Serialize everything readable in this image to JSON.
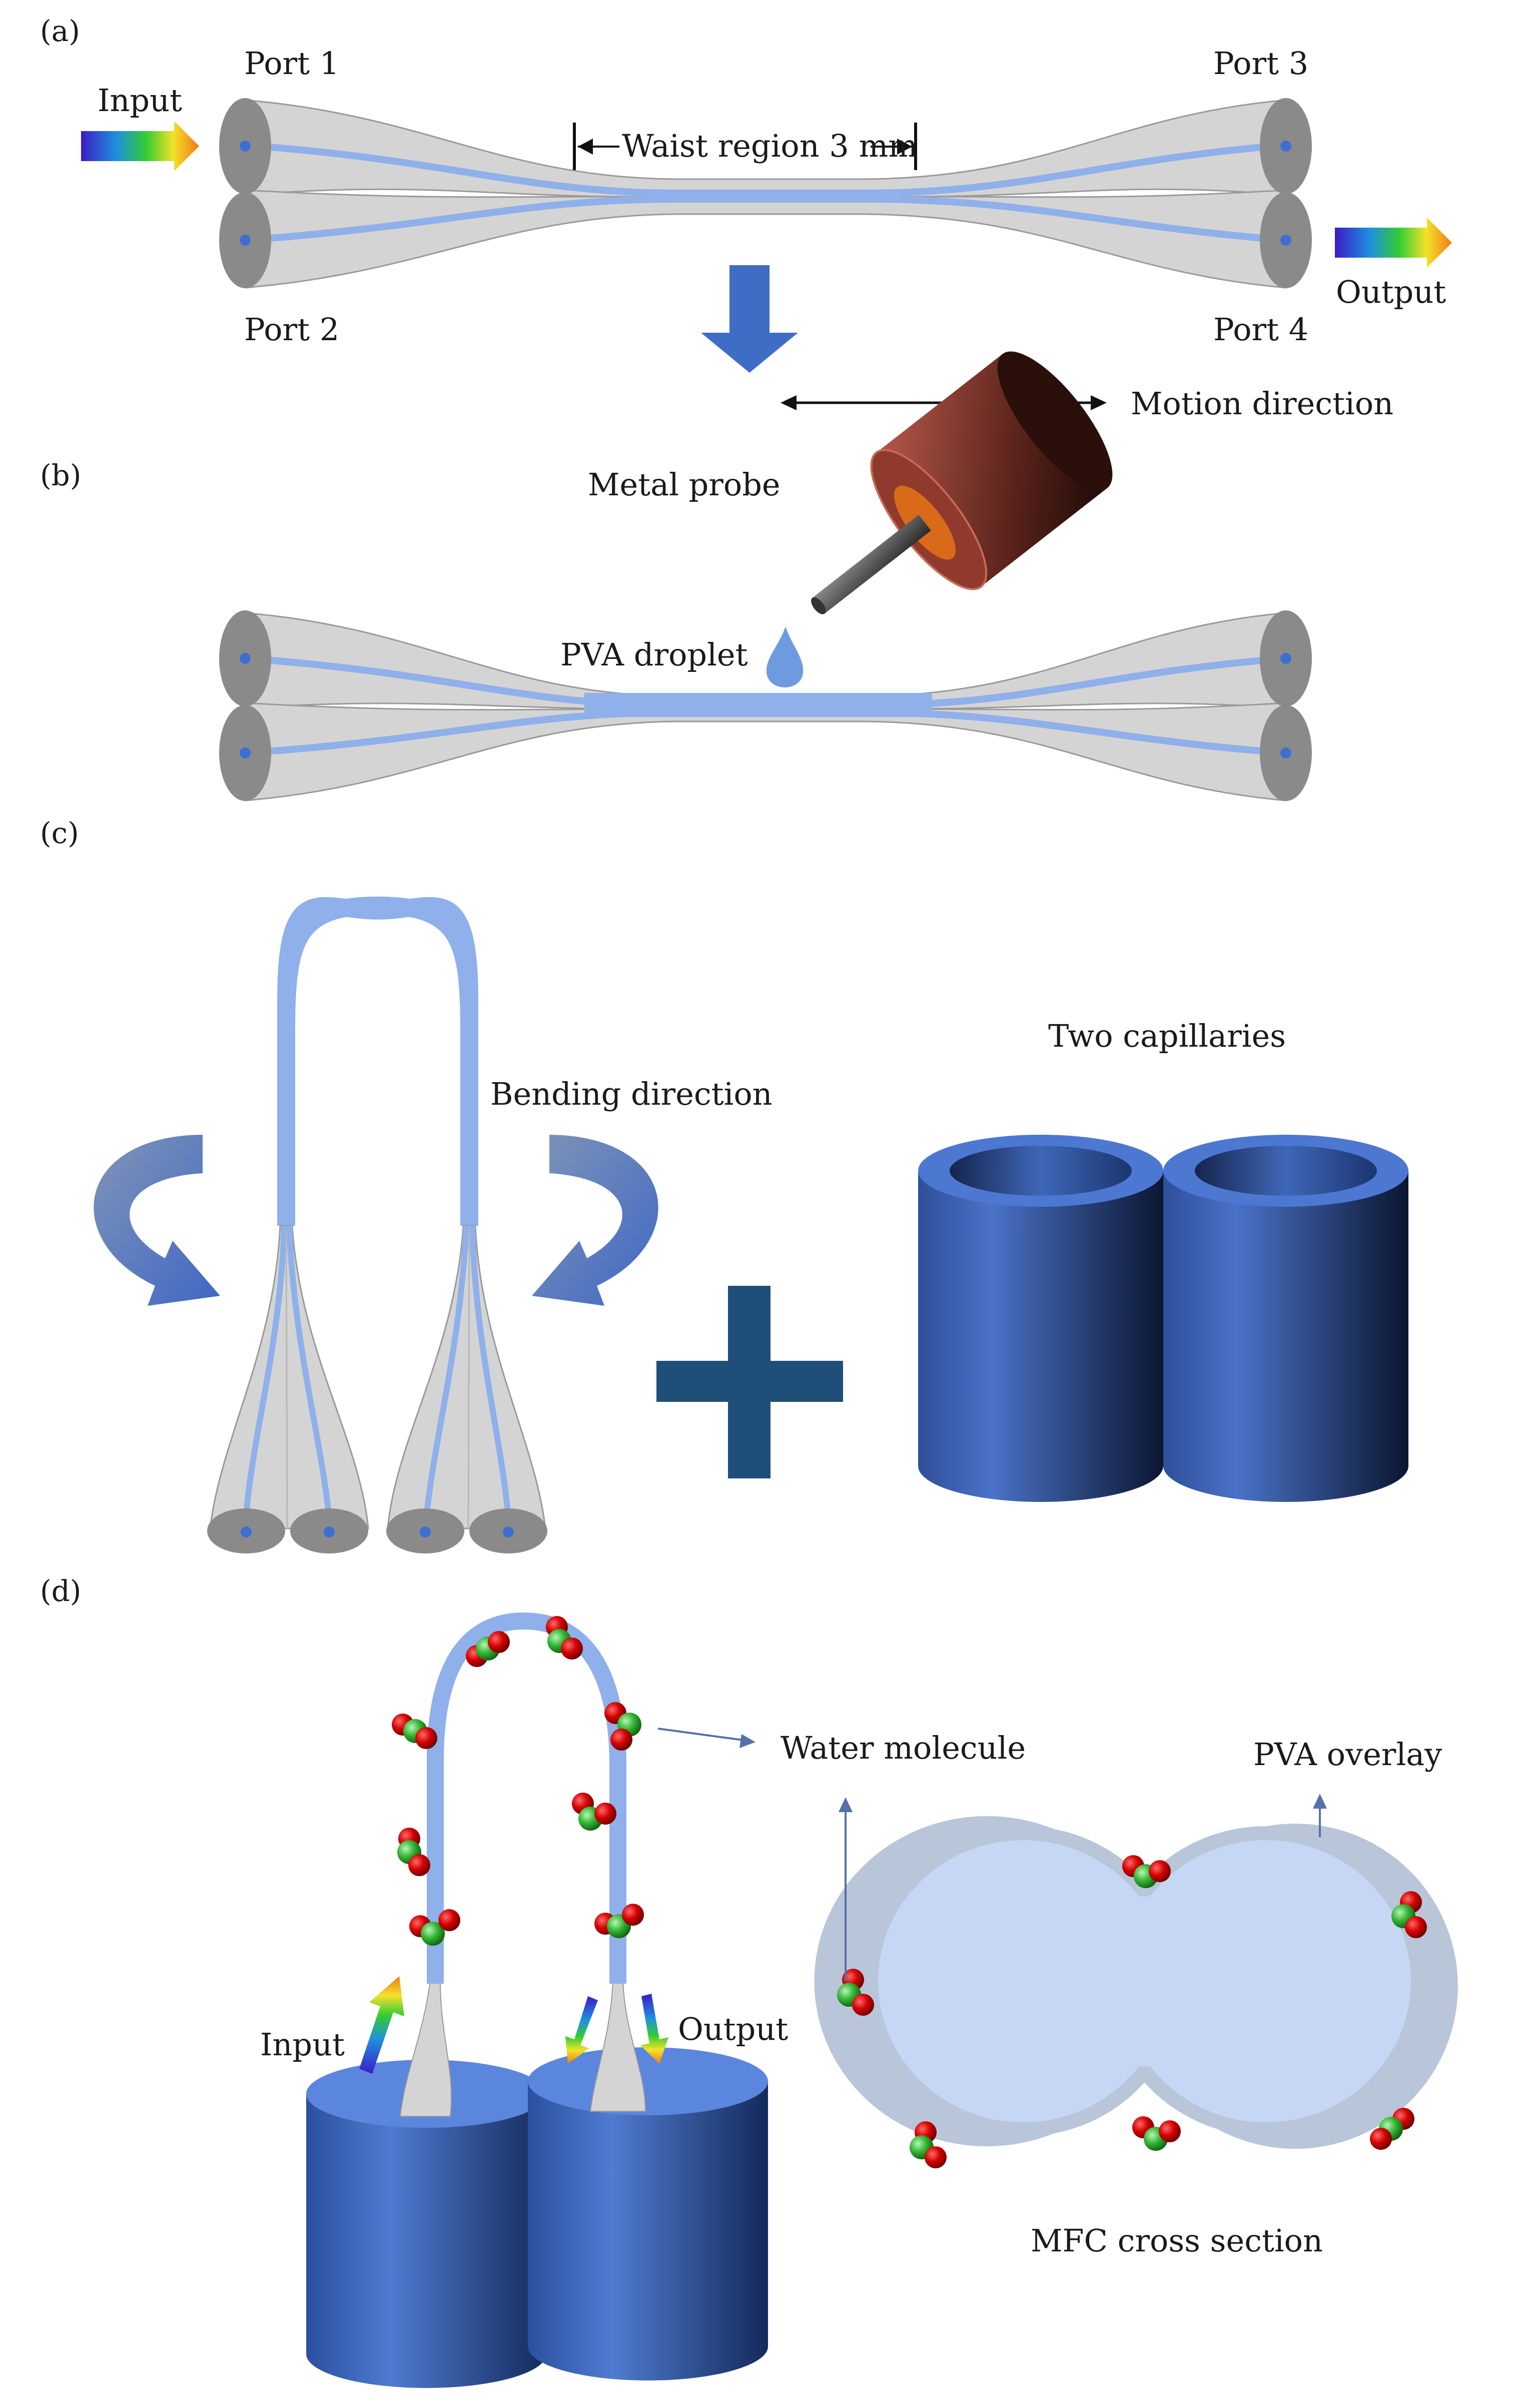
{
  "panels": {
    "a": "(a)",
    "b": "(b)",
    "c": "(c)",
    "d": "(d)"
  },
  "panel_a": {
    "input": "Input",
    "output": "Output",
    "port1": "Port 1",
    "port2": "Port 2",
    "port3": "Port 3",
    "port4": "Port 4",
    "waist": "Waist region 3 mm",
    "motion": "Motion direction"
  },
  "panel_b": {
    "probe": "Metal probe",
    "droplet": "PVA droplet"
  },
  "panel_c": {
    "bending": "Bending direction",
    "capillaries": "Two capillaries"
  },
  "panel_d": {
    "water": "Water molecule",
    "overlay": "PVA overlay",
    "input": "Input",
    "output": "Output",
    "cross_section": "MFC cross section"
  },
  "colors": {
    "fiber_gray": "#d4d4d4",
    "fiber_edge": "#9a9a9a",
    "core_blue": "#8fb0ea",
    "arrow_blue": "#4472c4",
    "capillary_dark": "#1e3a78",
    "plus_navy": "#1f4e79",
    "oxygen_red": "#d40000",
    "hydrogen_green": "#33b533",
    "pva_light": "#c5d7f5"
  }
}
